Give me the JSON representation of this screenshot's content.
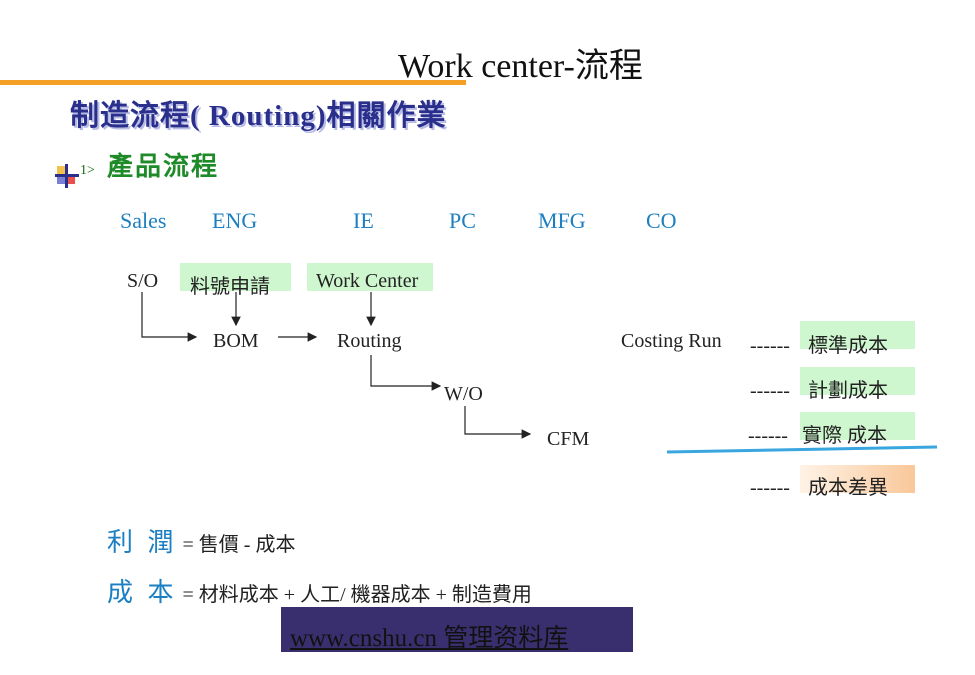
{
  "title": "Work center-流程",
  "subtitle": "制造流程( Routing)相關作業",
  "step": {
    "number": "1>",
    "title": "產品流程"
  },
  "departments": [
    "Sales",
    "ENG",
    "IE",
    "PC",
    "MFG",
    "CO"
  ],
  "nodes": {
    "so": "S/O",
    "part_no_apply": "料號申請",
    "work_center": "Work Center",
    "bom": "BOM",
    "routing": "Routing",
    "wo": "W/O",
    "cfm": "CFM",
    "costing_run": "Costing Run"
  },
  "costs": [
    {
      "dash": "------",
      "label": "標準成本"
    },
    {
      "dash": "------",
      "label": "計劃成本"
    },
    {
      "dash": "------",
      "label": "實際 成本"
    },
    {
      "dash": "------",
      "label": "成本差異"
    }
  ],
  "formulas": [
    {
      "key": "利 潤",
      "expr": "= 售價 - 成本"
    },
    {
      "key": "成 本",
      "expr": "= 材料成本 + 人工/ 機器成本 + 制造費用"
    }
  ],
  "footer": "www.cnshu.cn 管理资料库",
  "colors": {
    "title_rule": "#f4a024",
    "heading": "#2a2f8c",
    "step": "#1f8a28",
    "dept": "#1b7fc2",
    "highlight": "#cff7cf",
    "variance": "#f9c79a",
    "footer_box": "#3a2f6e"
  }
}
